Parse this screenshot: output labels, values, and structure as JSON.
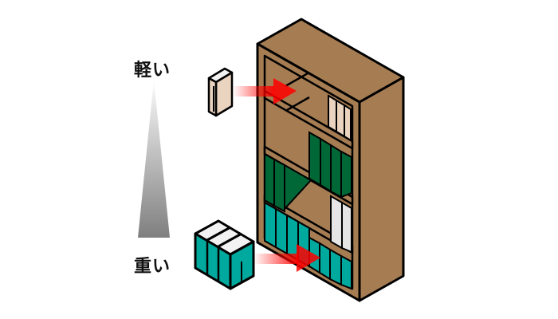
{
  "labels": {
    "light": "軽い",
    "heavy": "重い"
  },
  "illustration": {
    "subject": "bookshelf-weight-placement",
    "description": "Light books go on upper shelves, heavy books go on lower shelves",
    "colors": {
      "wood": "#a67c52",
      "outline": "#000000",
      "light_book": "#ead3bf",
      "heavy_book": "#00a99d",
      "green_book": "#006837",
      "white_book": "#e6e6e6",
      "book_top": "#f2f2f2",
      "arrow": "#ff0000",
      "gradient_top": "#f2f2f2",
      "gradient_bottom": "#808080"
    }
  }
}
